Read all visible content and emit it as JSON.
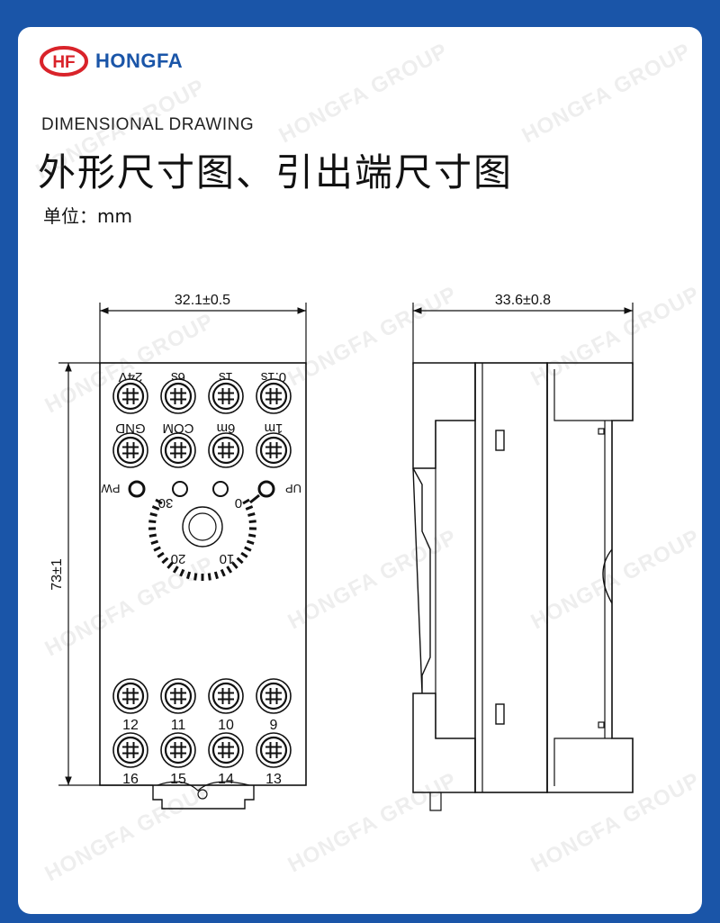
{
  "brand": {
    "logo_mark": "HF",
    "name": "HONGFA"
  },
  "header": {
    "subtitle": "DIMENSIONAL DRAWING",
    "title": "外形尺寸图、引出端尺寸图",
    "unit": "单位：mm"
  },
  "front_view": {
    "width_dim": "32.1±0.5",
    "height_dim": "73±1",
    "top_row1_labels": [
      "24V",
      "6s",
      "1s",
      "0.1s"
    ],
    "top_row2_labels": [
      "GND",
      "COM",
      "6m",
      "1m"
    ],
    "indicator_left": "PW",
    "indicator_right": "UP",
    "dial_labels": [
      "30",
      "0",
      "20",
      "10"
    ],
    "bottom_row1_labels": [
      "12",
      "11",
      "10",
      "9"
    ],
    "bottom_row2_labels": [
      "16",
      "15",
      "14",
      "13"
    ]
  },
  "side_view": {
    "width_dim": "33.6±0.8"
  },
  "watermark": "HONGFA GROUP",
  "colors": {
    "frame": "#1a55a8",
    "brand_red": "#d9232a",
    "brand_blue": "#1a55a8",
    "line": "#111111"
  }
}
